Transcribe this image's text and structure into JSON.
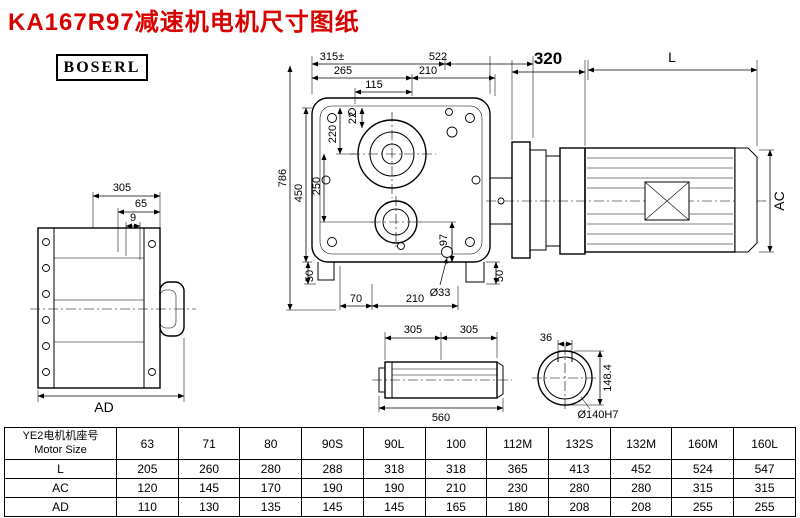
{
  "page": {
    "title": "KA167R97减速机电机尺寸图纸",
    "brand": "BOSERL"
  },
  "dims": {
    "side": {
      "d305": "305",
      "d65": "65",
      "d9": "9",
      "dAD": "AD"
    },
    "front": {
      "d315": "315±",
      "d522": "522",
      "d265": "265",
      "d210t": "210",
      "d115": "115",
      "d22": "22",
      "d220": "220",
      "d250": "250",
      "d450": "450",
      "d786": "786",
      "d97": "97",
      "d50l": "50",
      "d70": "70",
      "d210b": "210",
      "d50r": "50",
      "d33": "Ø33"
    },
    "motor": {
      "d320": "320",
      "dL": "L",
      "dAC": "AC"
    },
    "shaft": {
      "d305a": "305",
      "d305b": "305",
      "d560": "560"
    },
    "flange": {
      "d36": "36",
      "d148": "148.4",
      "d140": "Ø140H7"
    }
  },
  "table": {
    "header_cn": "YE2电机机座号",
    "header_en": "Motor Size",
    "sizes": [
      "63",
      "71",
      "80",
      "90S",
      "90L",
      "100",
      "112M",
      "132S",
      "132M",
      "160M",
      "160L"
    ],
    "rows": [
      {
        "label": "L",
        "values": [
          "205",
          "260",
          "280",
          "288",
          "318",
          "318",
          "365",
          "413",
          "452",
          "524",
          "547"
        ]
      },
      {
        "label": "AC",
        "values": [
          "120",
          "145",
          "170",
          "190",
          "190",
          "210",
          "230",
          "280",
          "280",
          "315",
          "315"
        ]
      },
      {
        "label": "AD",
        "values": [
          "110",
          "130",
          "135",
          "145",
          "145",
          "165",
          "180",
          "208",
          "208",
          "255",
          "255"
        ]
      }
    ]
  }
}
